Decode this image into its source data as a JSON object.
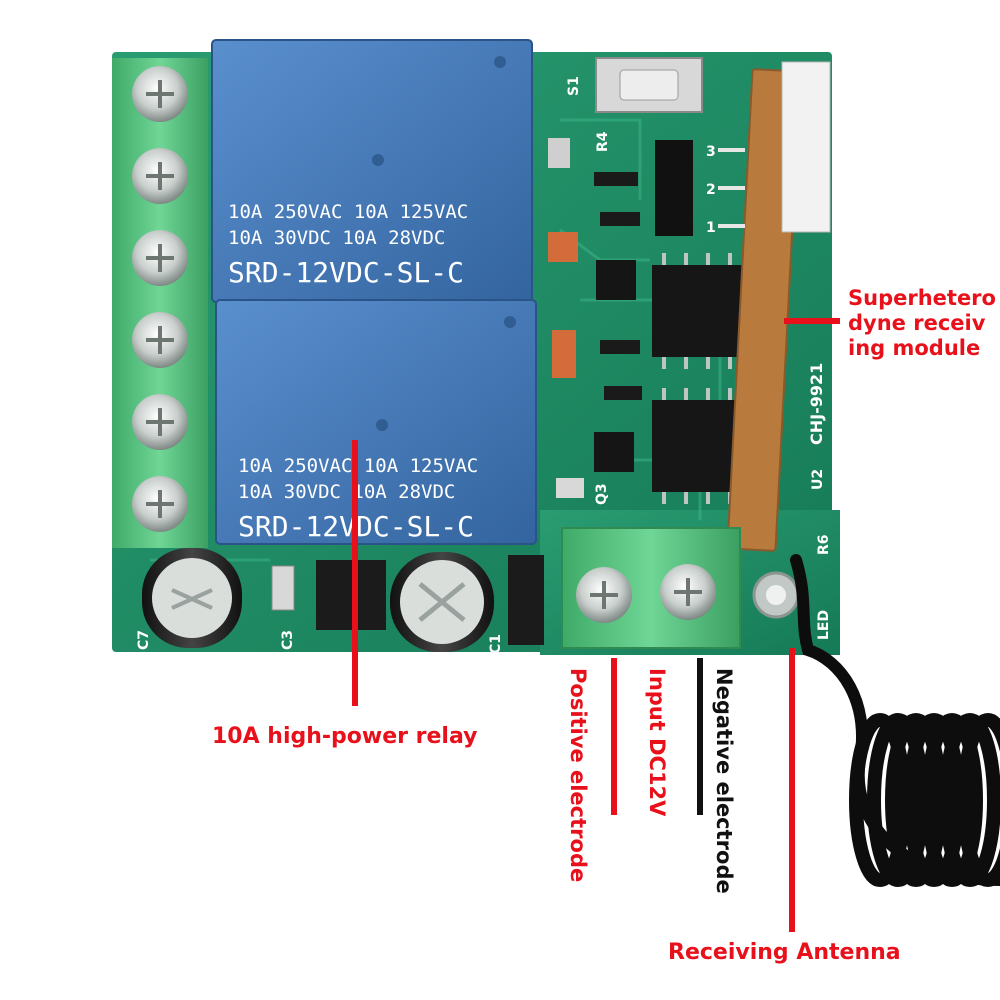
{
  "relay_top": {
    "line1": "10A 250VAC  10A 125VAC",
    "line2": "10A  30VDC  10A  28VDC",
    "model": "SRD-12VDC-SL-C"
  },
  "relay_bottom": {
    "line1": "10A 250VAC  10A 125VAC",
    "line2": "10A  30VDC  10A  28VDC",
    "model": "SRD-12VDC-SL-C"
  },
  "module_silk": "CHJ-9921",
  "silk": {
    "s1": "S1",
    "c3": "C3",
    "c1": "C1",
    "c7": "C7",
    "u2": "U2",
    "q3": "Q3",
    "led": "LED",
    "r6": "R6",
    "r4": "R4",
    "pin1": "1",
    "pin2": "2",
    "pin3": "3"
  },
  "callouts": {
    "superhet_line1": "Superhetero",
    "superhet_line2": "dyne receiv",
    "superhet_line3": "ing module",
    "relay": "10A high-power relay",
    "positive": "Positive electrode",
    "input": "Input DC12V",
    "negative": "Negative electrode",
    "antenna": "Receiving Antenna"
  },
  "colors": {
    "callout_red": "#e8111b",
    "callout_black": "#111111",
    "pcb_green": "#1f8f66",
    "relay_blue": "#3f74b5",
    "terminal_green": "#4fbf7a"
  }
}
